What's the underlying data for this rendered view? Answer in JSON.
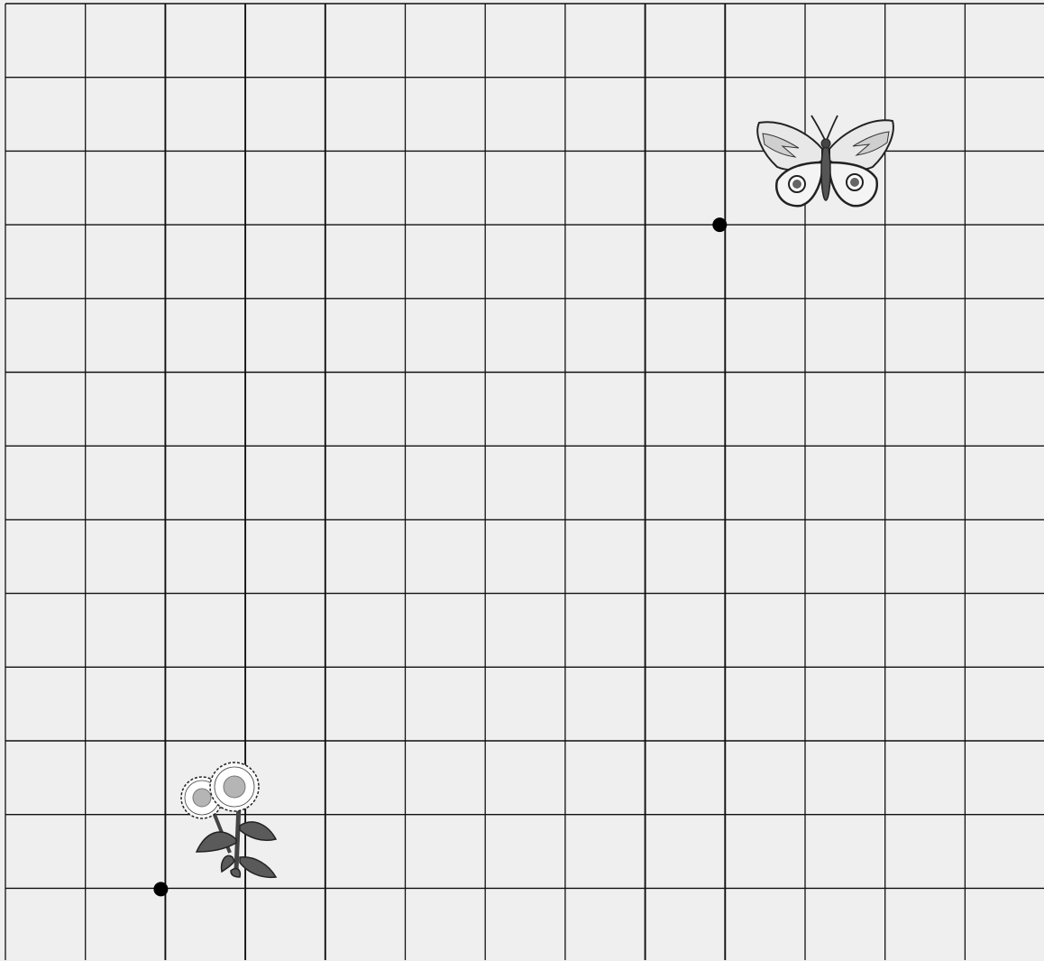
{
  "diagram": {
    "kind": "square-grid",
    "columns": 13,
    "rows": 13,
    "background_color": "#efefef",
    "line_color": "#111111",
    "point_color": "#000000",
    "points": [
      {
        "id": "flower-point",
        "col": 2,
        "row": 12
      },
      {
        "id": "butterfly-point",
        "col": 9,
        "row": 3
      }
    ],
    "pictures": [
      {
        "id": "flower",
        "icon": "flower-icon",
        "anchor": "flower-point"
      },
      {
        "id": "butterfly",
        "icon": "butterfly-icon",
        "anchor": "butterfly-point"
      }
    ]
  }
}
